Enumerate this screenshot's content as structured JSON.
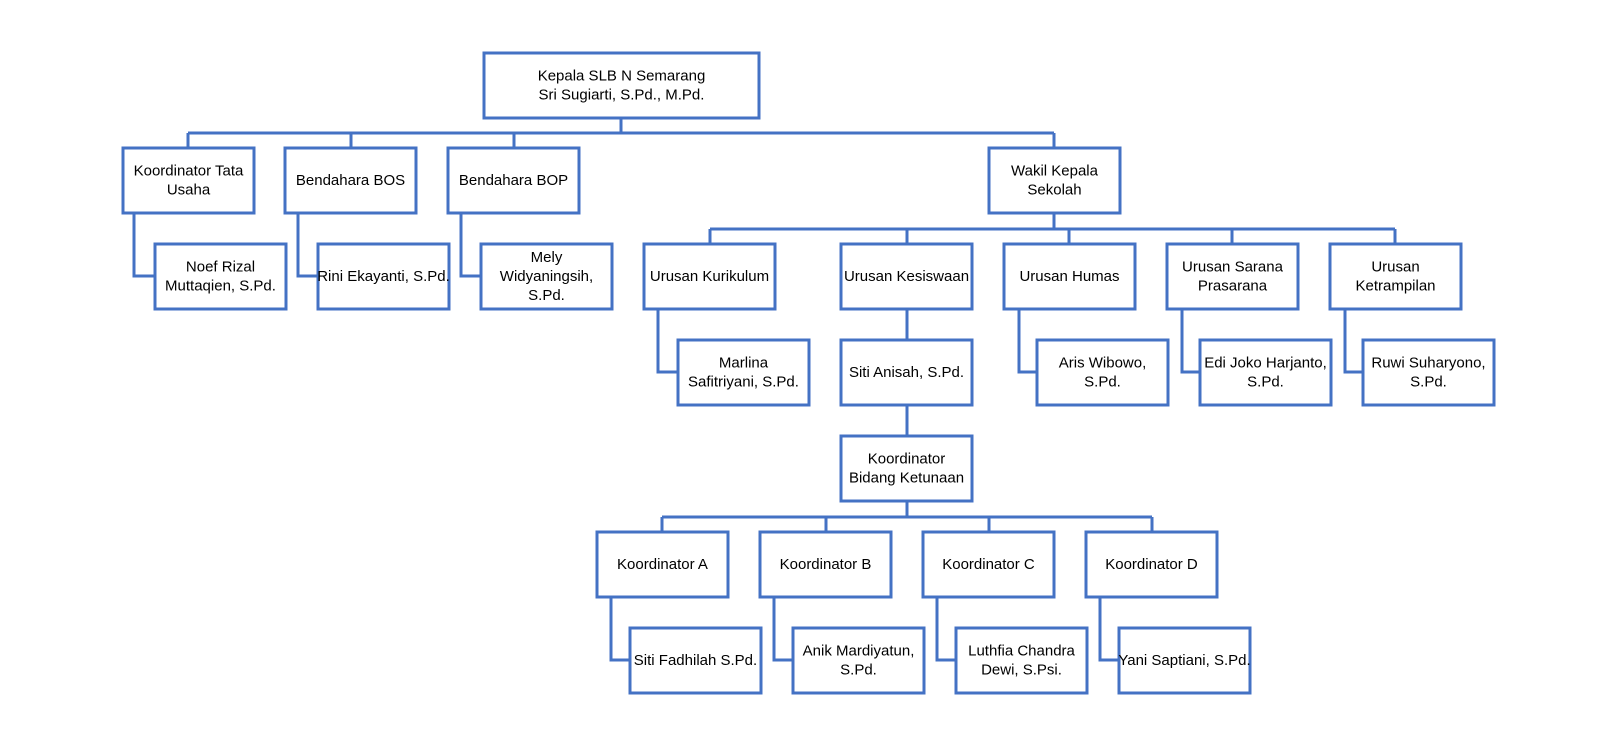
{
  "colors": {
    "line": "#4472C4",
    "text": "#000000",
    "background": "#ffffff"
  },
  "nodes": {
    "kepala": [
      "Kepala SLB N Semarang",
      "Sri Sugiarti, S.Pd., M.Pd."
    ],
    "koord_tata_usaha": [
      "Koordinator Tata",
      "Usaha"
    ],
    "noef": [
      "Noef Rizal",
      "Muttaqien, S.Pd."
    ],
    "bendahara_bos": [
      "Bendahara BOS"
    ],
    "rini": [
      "Rini Ekayanti, S.Pd."
    ],
    "bendahara_bop": [
      "Bendahara BOP"
    ],
    "mely": [
      "Mely",
      "Widyaningsih,",
      "S.Pd."
    ],
    "wakil": [
      "Wakil Kepala",
      "Sekolah"
    ],
    "urusan_kurikulum": [
      "Urusan Kurikulum"
    ],
    "marlina": [
      "Marlina",
      "Safitriyani, S.Pd."
    ],
    "urusan_kesiswaan": [
      "Urusan Kesiswaan"
    ],
    "siti_anisah": [
      "Siti Anisah, S.Pd."
    ],
    "koord_ketunaan": [
      "Koordinator",
      "Bidang Ketunaan"
    ],
    "koord_a": [
      "Koordinator A"
    ],
    "siti_fadhilah": [
      "Siti Fadhilah S.Pd."
    ],
    "koord_b": [
      "Koordinator B"
    ],
    "anik": [
      "Anik Mardiyatun,",
      "S.Pd."
    ],
    "koord_c": [
      "Koordinator C"
    ],
    "luthfia": [
      "Luthfia Chandra",
      "Dewi, S.Psi."
    ],
    "koord_d": [
      "Koordinator D"
    ],
    "yani": [
      "Yani Saptiani, S.Pd."
    ],
    "urusan_humas": [
      "Urusan Humas"
    ],
    "aris": [
      "Aris Wibowo,",
      "S.Pd."
    ],
    "urusan_sarana": [
      "Urusan Sarana",
      "Prasarana"
    ],
    "edi": [
      "Edi Joko Harjanto,",
      "S.Pd."
    ],
    "urusan_ketrampilan": [
      "Urusan",
      "Ketrampilan"
    ],
    "ruwi": [
      "Ruwi Suharyono,",
      "S.Pd."
    ]
  }
}
